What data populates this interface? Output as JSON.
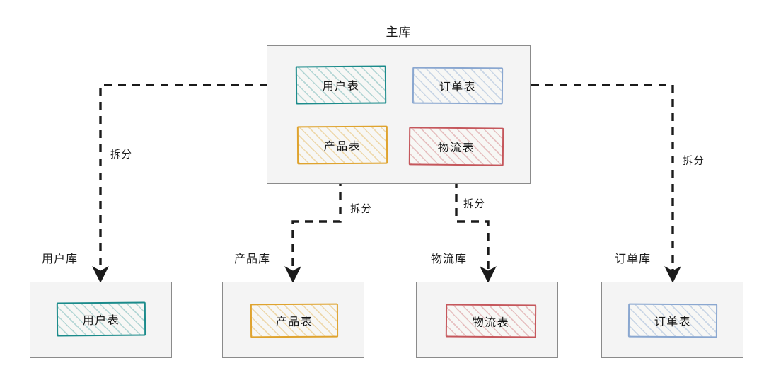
{
  "diagram": {
    "title": "主库",
    "main_tables": [
      {
        "name": "用户表",
        "color": "#1b8b8b",
        "style": "teal"
      },
      {
        "name": "订单表",
        "color": "#8aa7d0",
        "style": "blue"
      },
      {
        "name": "产品表",
        "color": "#dfa32e",
        "style": "orange"
      },
      {
        "name": "物流表",
        "color": "#c5575c",
        "style": "red"
      }
    ],
    "shards": [
      {
        "db_label": "用户库",
        "table": "用户表",
        "color": "#1b8b8b",
        "style": "teal"
      },
      {
        "db_label": "产品库",
        "table": "产品表",
        "color": "#dfa32e",
        "style": "orange"
      },
      {
        "db_label": "物流库",
        "table": "物流表",
        "color": "#c5575c",
        "style": "red"
      },
      {
        "db_label": "订单库",
        "table": "订单表",
        "color": "#8aa7d0",
        "style": "blue"
      }
    ],
    "edge_labels": [
      {
        "text": "拆分"
      },
      {
        "text": "拆分"
      },
      {
        "text": "拆分"
      },
      {
        "text": "拆分"
      }
    ],
    "colors": {
      "container_fill": "#f4f4f4",
      "container_stroke": "#8b8b8b",
      "edge_stroke": "#1b1b1b",
      "card_fill": "#f7f7f5",
      "background": "#ffffff"
    }
  }
}
